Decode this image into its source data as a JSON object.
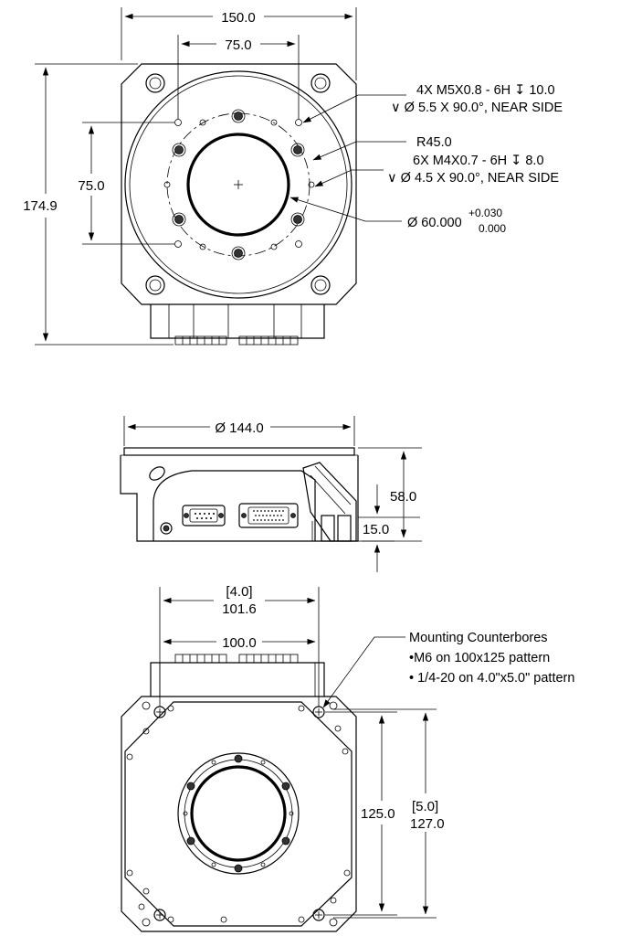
{
  "top_view": {
    "dims": {
      "width": "150.0",
      "pattern_x": "75.0",
      "pattern_y": "75.0",
      "height": "174.9"
    },
    "notes": {
      "m5_line1": "4X M5X0.8 - 6H ↧ 10.0",
      "m5_line2": "∨  Ø 5.5 X 90.0°, NEAR SIDE",
      "radius": "R45.0",
      "m4_line1": "6X M4X0.7 - 6H ↧ 8.0",
      "m4_line2": "∨  Ø 4.5 X 90.0°, NEAR SIDE",
      "bore": "Ø 60.000",
      "tol_upper": "+0.030",
      "tol_lower": "0.000"
    }
  },
  "side_view": {
    "dims": {
      "diameter": "Ø 144.0",
      "height": "58.0",
      "step": "15.0"
    }
  },
  "bottom_view": {
    "dims": {
      "inch_width": "[4.0]",
      "mm_width": "101.6",
      "pattern_width": "100.0",
      "pattern_height": "125.0",
      "inch_height": "[5.0]",
      "mm_height": "127.0"
    },
    "notes": {
      "title": "Mounting Counterbores",
      "bullet1": "•M6 on 100x125 pattern",
      "bullet2": "• 1/4-20 on 4.0\"x5.0\" pattern"
    }
  }
}
